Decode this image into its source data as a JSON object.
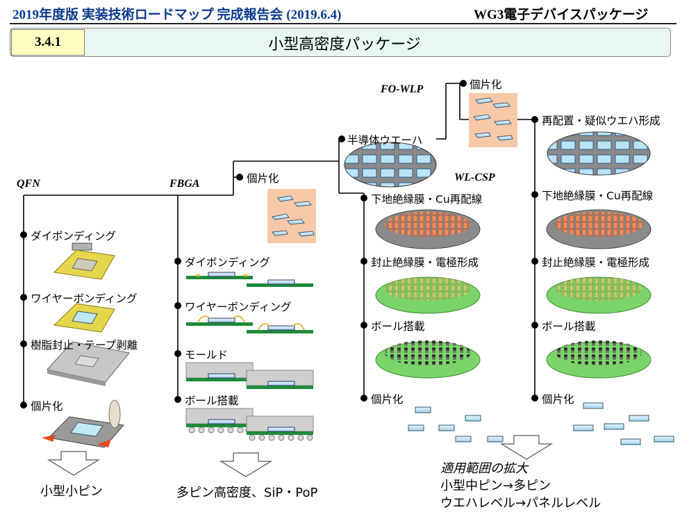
{
  "header": {
    "left": "2019年度版 実装技術ロードマップ 完成報告会 (2019.6.4)",
    "right": "WG3電子デバイスパッケージ"
  },
  "section": {
    "number": "3.4.1",
    "title": "小型高密度パッケージ"
  },
  "qfn": {
    "title": "QFN",
    "steps": [
      "ダイボンディング",
      "ワイヤーボンディング",
      "樹脂封止・テープ剥離",
      "個片化"
    ],
    "outcome": "小型小ピン"
  },
  "fbga": {
    "title": "FBGA",
    "dicing": "個片化",
    "steps": [
      "ダイボンディング",
      "ワイヤーボンディング",
      "モールド",
      "ボール搭載"
    ],
    "outcome": "多ピン高密度、SiP・PoP"
  },
  "wafer": {
    "label": "半導体ウエーハ"
  },
  "fowlp": {
    "title": "FO-WLP",
    "dicing": "個片化",
    "reconstitution": "再配置・疑似ウエハ形成",
    "steps": [
      "下地絶縁膜・Cu再配線",
      "封止絶縁膜・電極形成",
      "ボール搭載",
      "個片化"
    ]
  },
  "wlcsp": {
    "title": "WL-CSP",
    "steps": [
      "下地絶縁膜・Cu再配線",
      "封止絶縁膜・電極形成",
      "ボール搭載",
      "個片化"
    ]
  },
  "outcome_wlp": {
    "title": "適用範囲の拡大",
    "line1": "小型中ピン→多ピン",
    "line2": "ウエハレベル→パネルレベル"
  },
  "colors": {
    "header_text": "#0b3a8c",
    "banner_bg": "#e8f7ef",
    "number_bg": "#ffffc4",
    "tile_bg": "#f7c9a9",
    "wafer_gray": "#8a8a8a",
    "resin_green": "#7ad46a"
  }
}
